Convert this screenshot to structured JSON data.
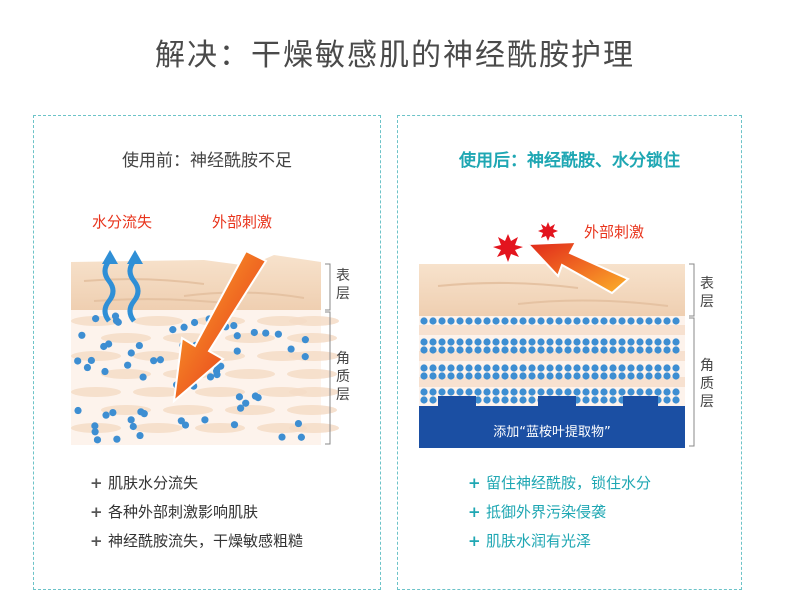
{
  "title": "解决：干燥敏感肌的神经酰胺护理",
  "left": {
    "heading": "使用前：神经酰胺不足",
    "label_water": "水分流失",
    "label_stimulus": "外部刺激",
    "layer_top": [
      "表",
      "层"
    ],
    "layer_bottom": [
      "角",
      "质",
      "层"
    ],
    "bullets": [
      "肌肤水分流失",
      "各种外部刺激影响肌肤",
      "神经酰胺流失，干燥敏感粗糙"
    ]
  },
  "right": {
    "heading": "使用后：神经酰胺、水分锁住",
    "label_stimulus": "外部刺激",
    "layer_top": [
      "表",
      "层"
    ],
    "layer_bottom": [
      "角",
      "质",
      "层"
    ],
    "bottom_band": "添加“蓝桉叶提取物”",
    "bullets": [
      "留住神经酰胺，锁住水分",
      "抵御外界污染侵袭",
      "肌肤水润有光泽"
    ]
  },
  "bullet_marker": "+",
  "colors": {
    "accent": "#1fa7b3",
    "border": "#6cc3c8",
    "skin": "#f3d7bd",
    "arrow_red": "#e8341c",
    "arrow_orange": "#f7a11a",
    "dot_blue": "#3d8ed2",
    "band_blue": "#1b4fa3",
    "starburst": "#e3141e"
  },
  "icons": {
    "water": "wavy-up-arrow-icon",
    "stimulus": "orange-red-arrow-icon",
    "damage": "red-starburst-icon"
  }
}
